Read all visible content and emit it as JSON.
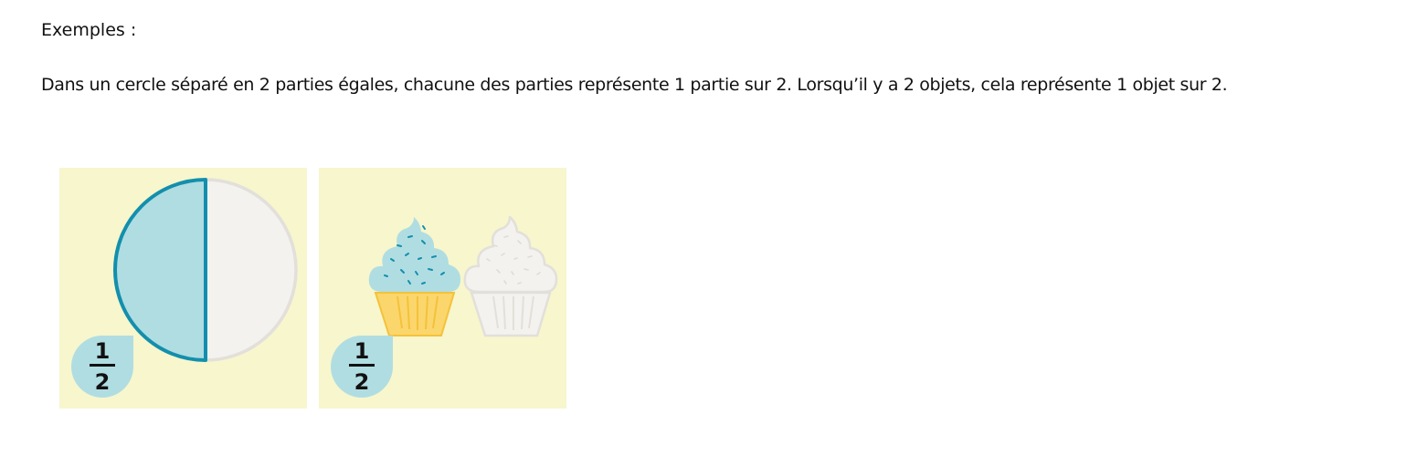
{
  "content": {
    "heading": "Exemples :",
    "paragraph": "Dans un cercle séparé en 2 parties égales, chacune des parties représente 1 partie sur 2. Lorsqu’il y a 2 objets, cela représente 1 objet sur 2."
  },
  "figures": [
    {
      "icon": "half-circle",
      "fraction": {
        "numerator": "1",
        "denominator": "2"
      }
    },
    {
      "icon": "two-cupcakes-one-colored",
      "fraction": {
        "numerator": "1",
        "denominator": "2"
      }
    }
  ],
  "colors": {
    "panel_background": "#f7f6cd",
    "highlight_fill": "#b0dde2",
    "highlight_stroke": "#138fad",
    "neutral_fill": "#f3f2ef",
    "neutral_stroke": "#e3dfda",
    "cupcake_wrapper": "#fbd66c"
  }
}
